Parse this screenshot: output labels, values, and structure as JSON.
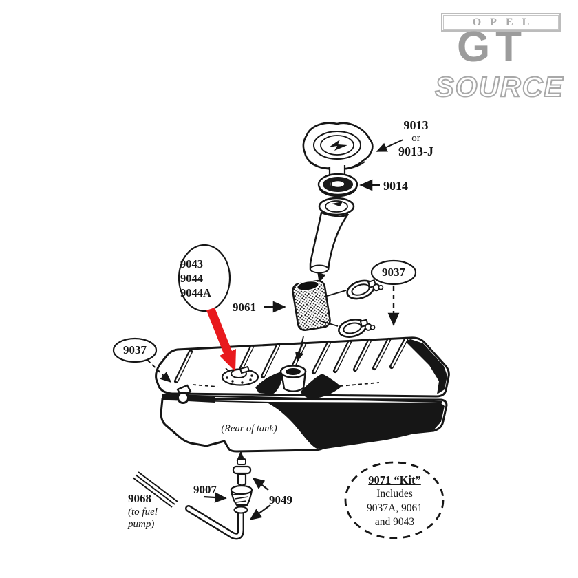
{
  "logo": {
    "opel": "OPEL",
    "gt": "GT",
    "source": "SOURCE"
  },
  "colors": {
    "ink": "#161616",
    "red_arrow": "#e8191d",
    "logo_gray": "#9c9c9c"
  },
  "callouts": {
    "cap_label_1": "9013",
    "cap_label_2": "or",
    "cap_label_3": "9013-J",
    "gasket_label": "9014",
    "hose_label": "9061",
    "clamps_right_label": "9037",
    "vent_left_label": "9037",
    "sender_label_1": "9043",
    "sender_label_2": "9044",
    "sender_label_3": "9044A",
    "rear_of_tank_note": "(Rear of tank)",
    "grommet_label": "9007",
    "pipe_label": "9049",
    "fuel_line_label": "9068",
    "fuel_line_note_1": "(to fuel",
    "fuel_line_note_2": "pump)",
    "kit_title": "9071 “Kit”",
    "kit_line_2": "Includes",
    "kit_line_3": "9037A, 9061",
    "kit_line_4": "and 9043"
  }
}
